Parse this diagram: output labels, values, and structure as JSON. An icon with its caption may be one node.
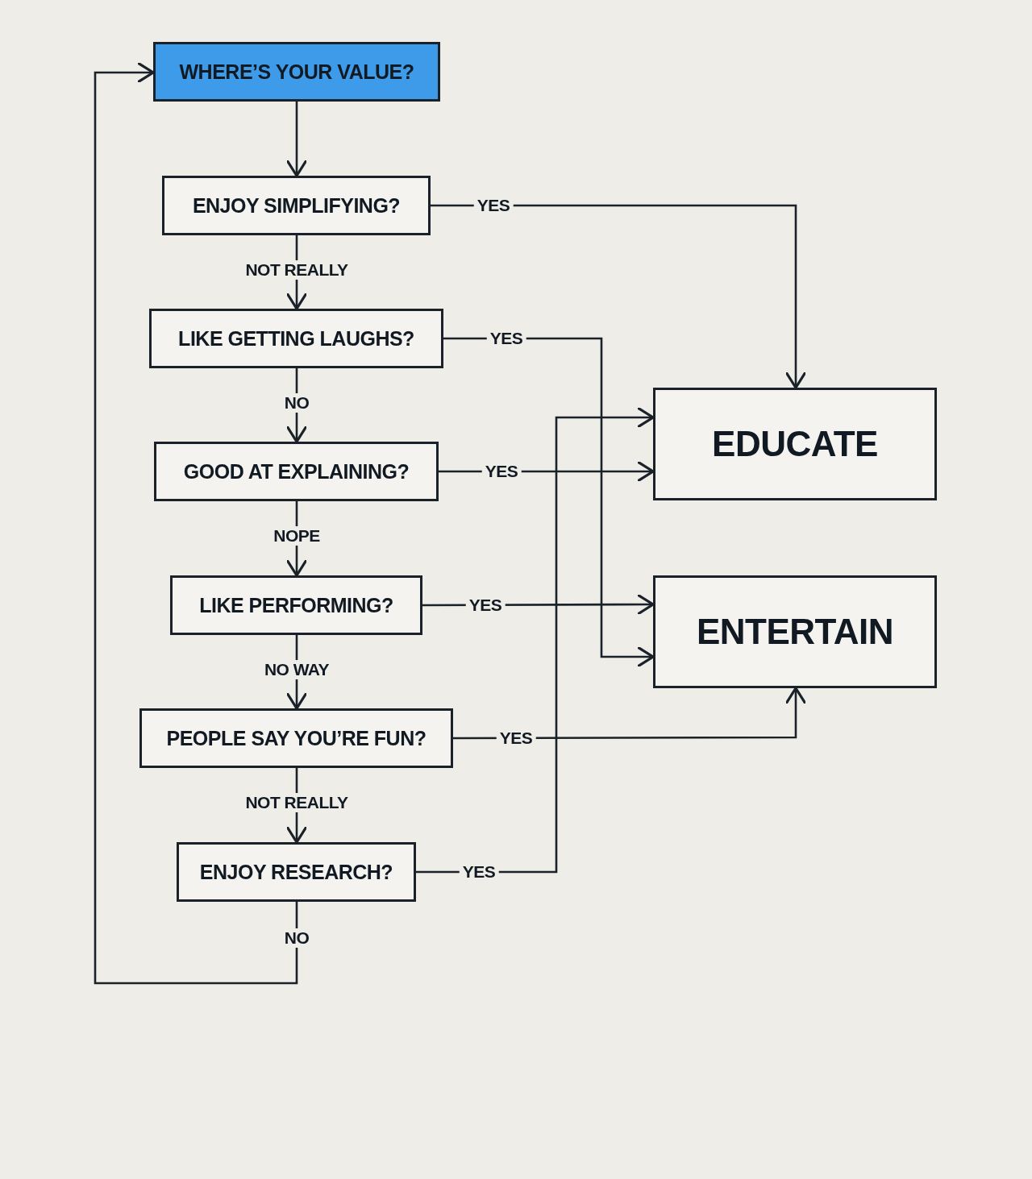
{
  "diagram": {
    "nodes": [
      {
        "text": [
          "WHERE’S YOUR VALUE?"
        ]
      },
      {
        "text": [
          "ENJOY SIMPLIFYING?"
        ]
      },
      {
        "text": [
          "LIKE GETTING LAUGHS?"
        ]
      },
      {
        "text": [
          "GOOD AT EXPLAINING?"
        ]
      },
      {
        "text": [
          "LIKE PERFORMING?"
        ]
      },
      {
        "text": [
          "PEOPLE SAY YOU’RE FUN?"
        ]
      },
      {
        "text": [
          "ENJOY RESEARCH?"
        ]
      },
      {
        "text": [
          "EDUCATE"
        ]
      },
      {
        "text": [
          "ENTERTAIN"
        ]
      }
    ],
    "edges": [
      {
        "from": 0,
        "to": 1,
        "arrow": "to"
      },
      {
        "from": 1,
        "to": 2,
        "arrow": "to",
        "label": "NOT REALLY"
      },
      {
        "from": 2,
        "to": 3,
        "arrow": "to",
        "label": "NO"
      },
      {
        "from": 3,
        "to": 4,
        "arrow": "to",
        "label": "NOPE"
      },
      {
        "from": 4,
        "to": 5,
        "arrow": "to",
        "label": "NO WAY"
      },
      {
        "from": 5,
        "to": 6,
        "arrow": "to",
        "label": "NOT REALLY"
      },
      {
        "from": 6,
        "to": 0,
        "arrow": "to",
        "label": "NO"
      },
      {
        "from": 1,
        "to": 7,
        "arrow": "to",
        "label": "YES"
      },
      {
        "from": 2,
        "to": 8,
        "arrow": "to",
        "label": "YES"
      },
      {
        "from": 3,
        "to": 7,
        "arrow": "to",
        "label": "YES"
      },
      {
        "from": 4,
        "to": 8,
        "arrow": "to",
        "label": "YES"
      },
      {
        "from": 5,
        "to": 8,
        "arrow": "to",
        "label": "YES"
      },
      {
        "from": 6,
        "to": 7,
        "arrow": "to",
        "label": "YES"
      }
    ]
  }
}
